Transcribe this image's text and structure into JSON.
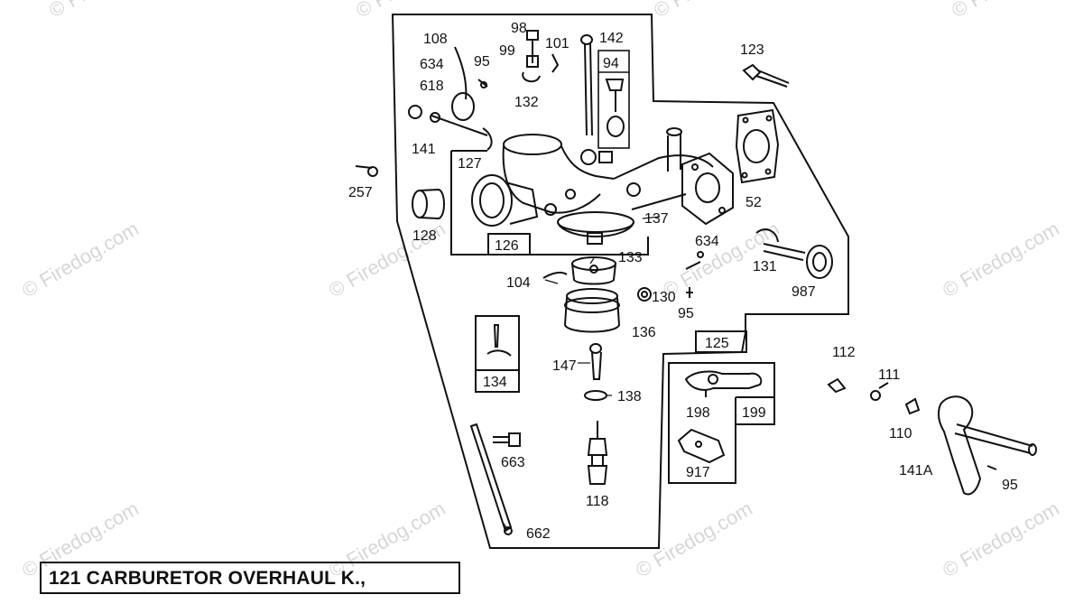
{
  "title": "121 CARBURETOR OVERHAUL K.,",
  "watermark": "© Firedog.com",
  "part_labels": [
    "108",
    "98",
    "99",
    "101",
    "142",
    "634",
    "95",
    "618",
    "132",
    "141",
    "127",
    "257",
    "128",
    "133",
    "104",
    "130",
    "95",
    "136",
    "147",
    "138",
    "118",
    "663",
    "662",
    "634",
    "131",
    "987",
    "52",
    "123",
    "112",
    "111",
    "110",
    "141A",
    "95",
    "198",
    "137"
  ],
  "boxed_labels": [
    "94",
    "126",
    "125",
    "134",
    "199",
    "917"
  ]
}
